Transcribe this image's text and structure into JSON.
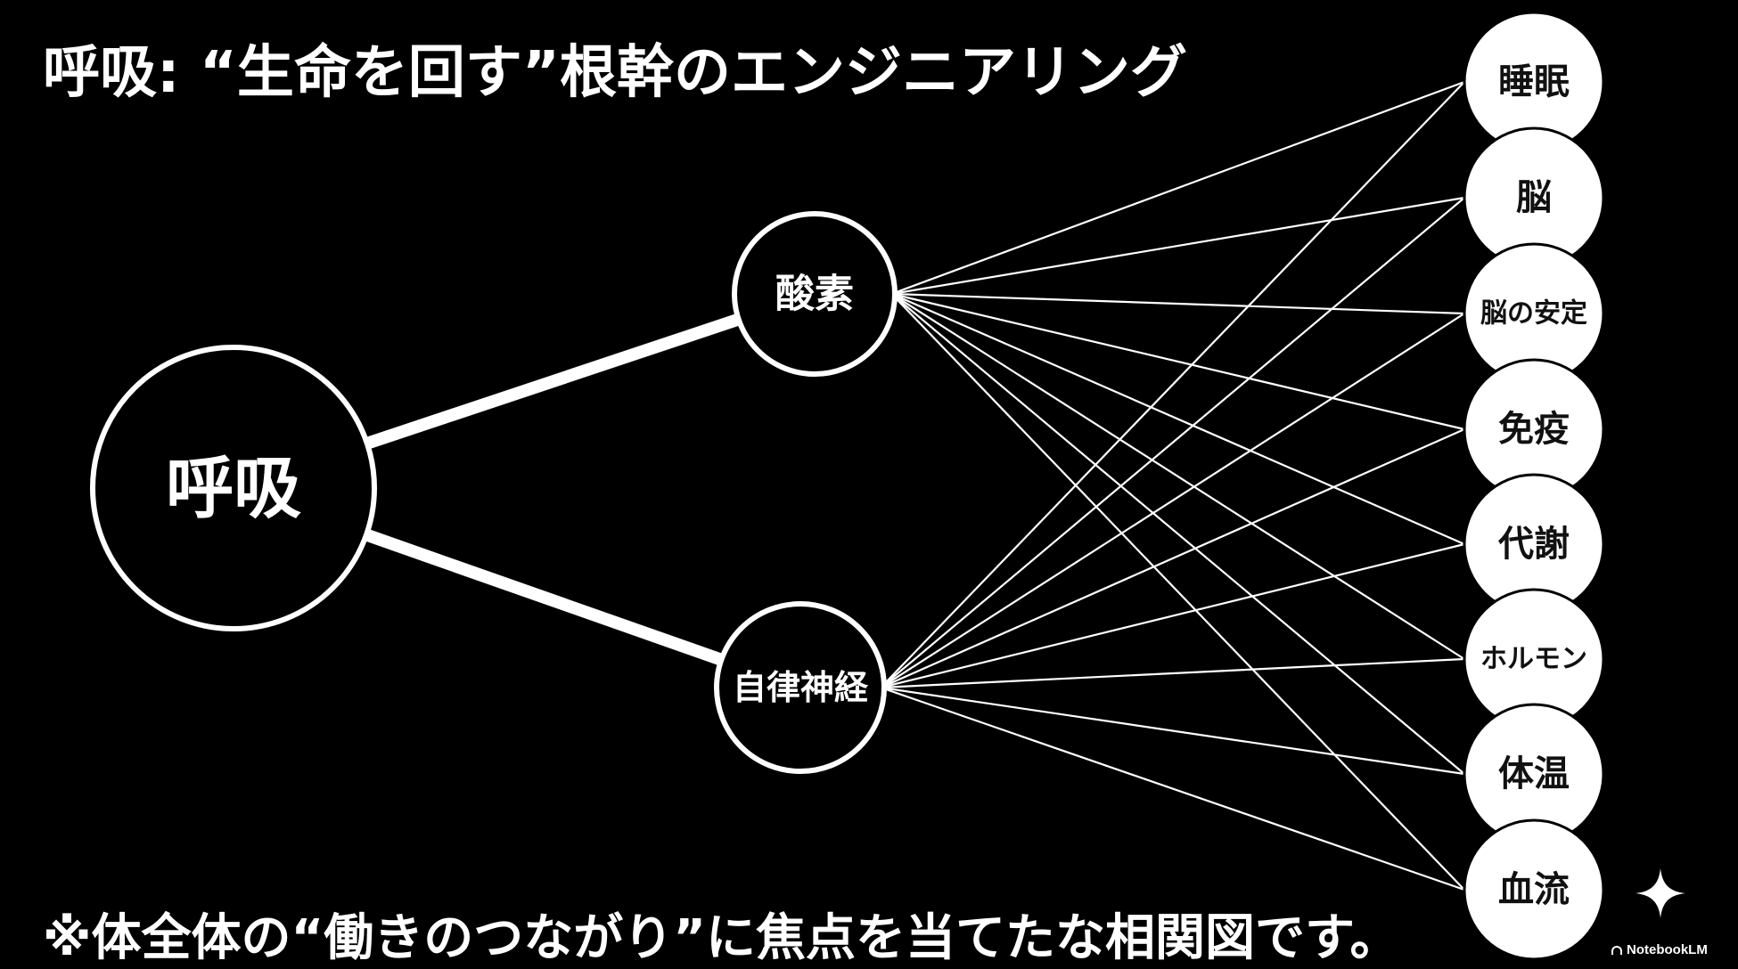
{
  "title": "呼吸: “生命を回す”根幹のエンジニアリング",
  "footnote": "※体全体の“働きのつながり”に焦点を当てたな相関図です。",
  "colors": {
    "background": "#000000",
    "stroke": "#ffffff",
    "target_fill": "#ffffff",
    "target_text": "#111111"
  },
  "diagram": {
    "root": "呼吸",
    "intermediates": [
      "酸素",
      "自律神経"
    ],
    "targets": [
      "睡眠",
      "脳",
      "脳の安定",
      "免疫",
      "代謝",
      "ホルモン",
      "体温",
      "血流"
    ],
    "edges": [
      [
        "呼吸",
        "酸素"
      ],
      [
        "呼吸",
        "自律神経"
      ],
      [
        "酸素",
        "睡眠"
      ],
      [
        "酸素",
        "脳"
      ],
      [
        "酸素",
        "脳の安定"
      ],
      [
        "酸素",
        "免疫"
      ],
      [
        "酸素",
        "代謝"
      ],
      [
        "酸素",
        "ホルモン"
      ],
      [
        "酸素",
        "体温"
      ],
      [
        "酸素",
        "血流"
      ],
      [
        "自律神経",
        "睡眠"
      ],
      [
        "自律神経",
        "脳"
      ],
      [
        "自律神経",
        "脳の安定"
      ],
      [
        "自律神経",
        "免疫"
      ],
      [
        "自律神経",
        "代謝"
      ],
      [
        "自律神経",
        "ホルモン"
      ],
      [
        "自律神経",
        "体温"
      ],
      [
        "自律神経",
        "血流"
      ]
    ]
  },
  "branding": {
    "label": "NotebookLM",
    "logo_icon": "notebooklm-logo-icon",
    "corner_icon": "sparkle-icon"
  }
}
